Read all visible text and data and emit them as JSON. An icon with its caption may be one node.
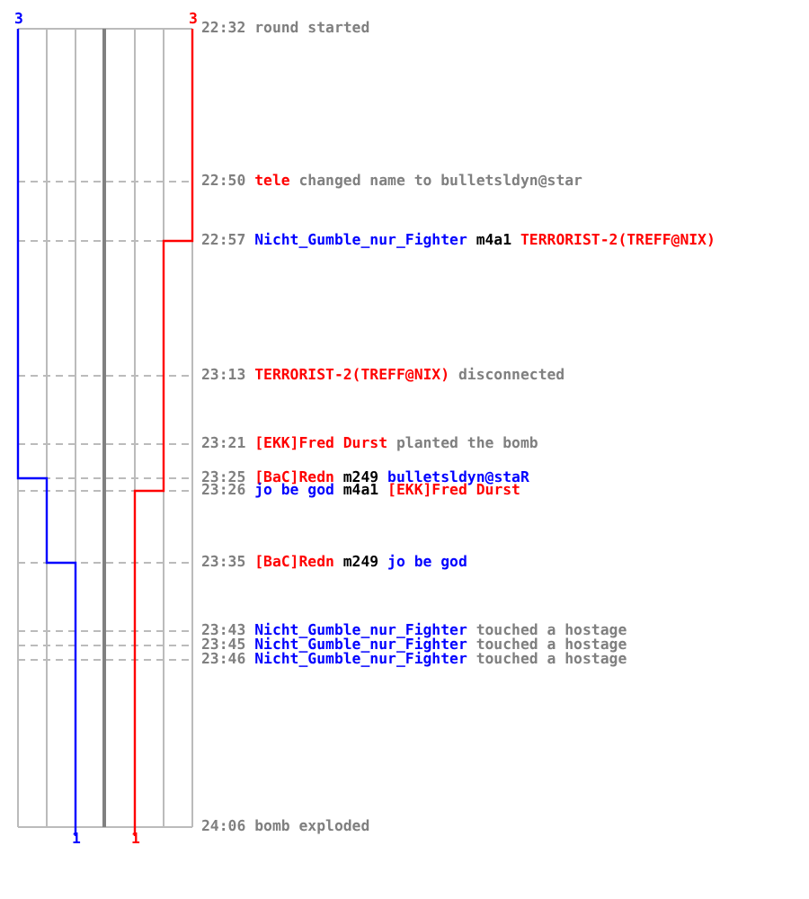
{
  "diagram": {
    "labels": [
      "3",
      "3",
      "22:32",
      "round started",
      "22:50",
      "tele",
      "changed name to bulletsldyn@star",
      "22:57",
      "Nicht_Gumble_nur_Fighter",
      "m4a1",
      "TERRORIST-2(TREFF@NIX)",
      "23:13",
      "TERRORIST-2(TREFF@NIX)",
      "disconnected",
      "23:21",
      "[EKK]Fred Durst",
      "planted the bomb",
      "23:25",
      "[BaC]Redn",
      "m249",
      "bulletsldyn@staR",
      "23:26",
      "jo be god",
      "m4a1",
      "[EKK]Fred Durst",
      "23:35",
      "[BaC]Redn",
      "m249",
      "jo be god",
      "23:43",
      "Nicht_Gumble_nur_Fighter",
      "touched a hostage",
      "23:45",
      "Nicht_Gumble_nur_Fighter",
      "touched a hostage",
      "23:46",
      "Nicht_Gumble_nur_Fighter",
      "touched a hostage",
      "24:06",
      "bomb exploded",
      "1",
      "1"
    ]
  }
}
